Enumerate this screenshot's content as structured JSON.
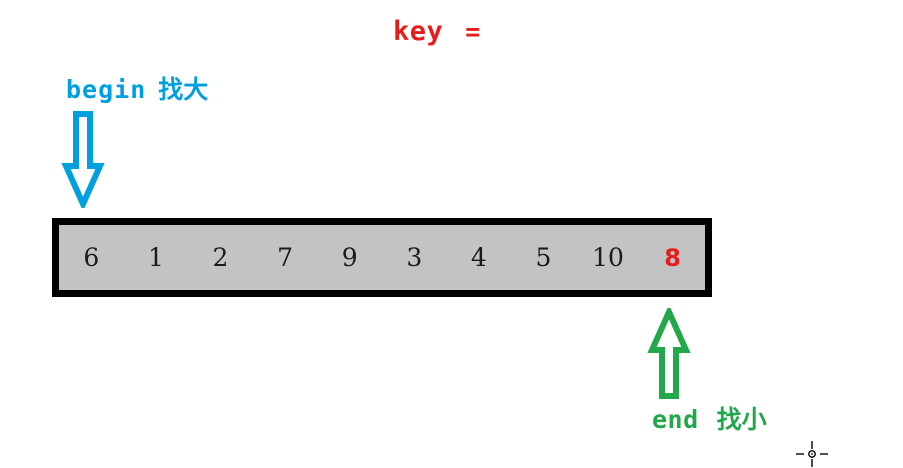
{
  "title": {
    "key_label": "key",
    "equals": "="
  },
  "begin_marker": {
    "latin_label": "begin",
    "cjk_label": "找大",
    "color": "#00a0e0",
    "arrow_icon": "arrow-down-outline-icon",
    "arrow_direction": "down"
  },
  "end_marker": {
    "latin_label": "end",
    "cjk_label": "找小",
    "color": "#22a84a",
    "arrow_icon": "arrow-up-outline-icon",
    "arrow_direction": "up"
  },
  "array": {
    "fill_color": "#c3c3c3",
    "border_color": "#000000",
    "key_color": "#e81c1c",
    "value_color": "#1a1a1a",
    "cells": [
      {
        "value": "6",
        "highlight": false
      },
      {
        "value": "1",
        "highlight": false
      },
      {
        "value": "2",
        "highlight": false
      },
      {
        "value": "7",
        "highlight": false
      },
      {
        "value": "9",
        "highlight": false
      },
      {
        "value": "3",
        "highlight": false
      },
      {
        "value": "4",
        "highlight": false
      },
      {
        "value": "5",
        "highlight": false
      },
      {
        "value": "10",
        "highlight": false
      },
      {
        "value": "8",
        "highlight": true
      }
    ]
  },
  "cursor": {
    "icon": "crosshair-cursor-icon",
    "color": "#000000"
  }
}
